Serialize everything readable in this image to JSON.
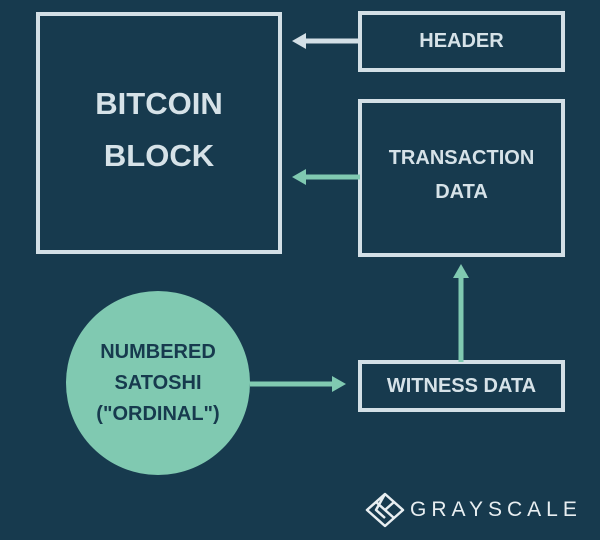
{
  "colors": {
    "background": "#173a4e",
    "box_stroke": "#d3dfe6",
    "accent": "#80c9b1"
  },
  "nodes": {
    "bitcoin_block": {
      "line1": "BITCOIN",
      "line2": "BLOCK"
    },
    "header": "HEADER",
    "transaction_data": {
      "line1": "TRANSACTION",
      "line2": "DATA"
    },
    "witness_data": "WITNESS DATA",
    "ordinal": {
      "line1": "NUMBERED",
      "line2": "SATOSHI",
      "line3": "(\"ORDINAL\")"
    }
  },
  "logo": {
    "text": "GRAYSCALE",
    "icon": "grayscale-logo-icon"
  }
}
